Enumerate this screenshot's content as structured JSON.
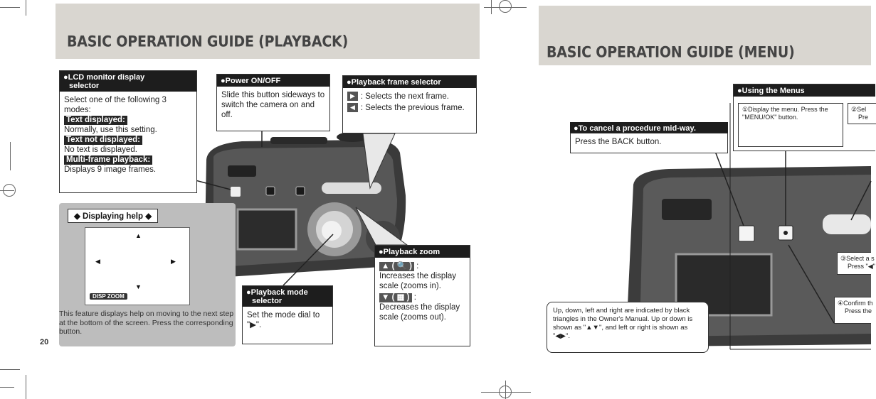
{
  "left": {
    "title": "BASIC OPERATION GUIDE (PLAYBACK)",
    "page_number": "20",
    "lcd_box": {
      "heading_line1": "●LCD monitor display",
      "heading_line2": "selector",
      "intro": "Select one of the following 3 modes:",
      "items": [
        {
          "label": "Text displayed:",
          "text": "Normally, use this setting."
        },
        {
          "label": "Text not displayed:",
          "text": "No text is displayed."
        },
        {
          "label": "Multi-frame playback:",
          "text": "Displays 9 image frames."
        }
      ]
    },
    "power_box": {
      "heading": "●Power ON/OFF",
      "text": "Slide this button sideways to switch the camera on and off."
    },
    "frame_box": {
      "heading": "●Playback frame selector",
      "next": ": Selects the next frame.",
      "prev": ": Selects the previous frame."
    },
    "help_box": {
      "heading": "◆ Displaying help ◆",
      "button_text": "DISP ZOOM",
      "text": "This feature displays help on moving to the next step at the bottom of the screen. Press the corresponding button."
    },
    "mode_box": {
      "heading_line1": "●Playback mode",
      "heading_line2": "selector",
      "text": "Set the mode dial to \"▶\"."
    },
    "zoom_box": {
      "heading": "●Playback zoom",
      "zoom_in_key": "▲ ( 🔍 )",
      "zoom_in_text": "Increases the display scale (zooms in).",
      "zoom_out_key": "▼ ( ▦ )",
      "zoom_out_text": "Decreases the display scale (zooms out)."
    }
  },
  "right": {
    "title": "BASIC OPERATION GUIDE (MENU)",
    "menus_box": {
      "heading": "●Using the Menus",
      "step1": "①Display the menu. Press the \"MENU/OK\" button.",
      "step2": "②Sel",
      "step2b": "Pre",
      "step3": "③Select a s",
      "step3b": "Press \"◀\"",
      "step4": "④Confirm th",
      "step4b": "Press the"
    },
    "cancel_box": {
      "heading": "●To cancel a procedure mid-way.",
      "text": "Press the BACK button."
    },
    "note": "Up, down, left and right are indicated by black triangles in the Owner's Manual. Up or down is shown as \"▲▼\", and left or right is shown as \"◀▶\"."
  }
}
